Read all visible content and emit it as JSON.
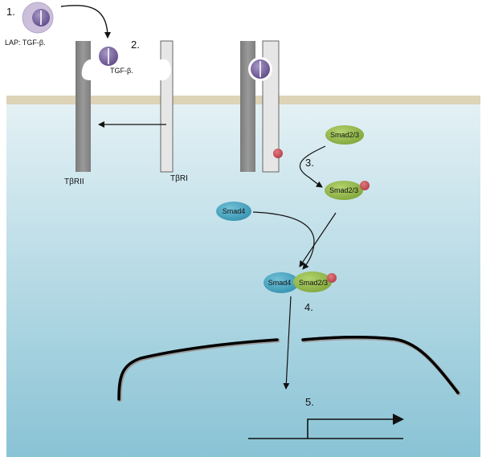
{
  "steps": {
    "s1": "1.",
    "s2": "2.",
    "s3": "3.",
    "s4": "4.",
    "s5": "5."
  },
  "labels": {
    "lap": "LAP: TGF-β.",
    "tgf": "TGF-β.",
    "receptor2": "TβRII",
    "receptor1": "TβRI",
    "smad23_free": "Smad2/3",
    "smad23_phos": "Smad2/3",
    "smad4": "Smad4",
    "complex_smad4": "Smad4",
    "complex_smad23": "Smad2/3"
  },
  "colors": {
    "membrane": "#ddd3b8",
    "cytoplasm_top": "#dcedf3",
    "cytoplasm_bottom": "#8ec6d7",
    "receptor_dark": "#8c8c8c",
    "receptor_light": "#e6e6e6",
    "ligand": "#7e6aa6",
    "lap": "#cbbfdc",
    "smad23": "#95bb48",
    "smad4": "#4aa7c4",
    "phosphate": "#c85057"
  }
}
